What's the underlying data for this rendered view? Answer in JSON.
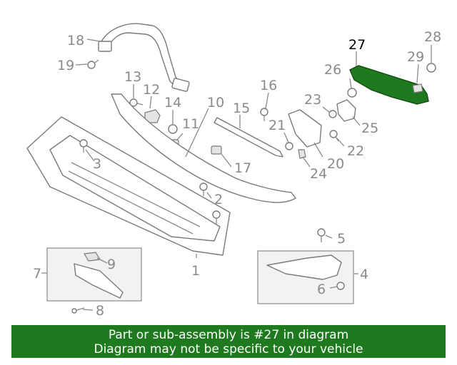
{
  "diagram": {
    "highlight_color": "#1f7a1f",
    "labels": [
      {
        "id": "18",
        "text": "18"
      },
      {
        "id": "19",
        "text": "19"
      },
      {
        "id": "13",
        "text": "13"
      },
      {
        "id": "12",
        "text": "12"
      },
      {
        "id": "14",
        "text": "14"
      },
      {
        "id": "11",
        "text": "11"
      },
      {
        "id": "10",
        "text": "10"
      },
      {
        "id": "15",
        "text": "15"
      },
      {
        "id": "16",
        "text": "16"
      },
      {
        "id": "17",
        "text": "17"
      },
      {
        "id": "3",
        "text": "3"
      },
      {
        "id": "2",
        "text": "2"
      },
      {
        "id": "1",
        "text": "1"
      },
      {
        "id": "9",
        "text": "9"
      },
      {
        "id": "7",
        "text": "7"
      },
      {
        "id": "8",
        "text": "8"
      },
      {
        "id": "27",
        "text": "27"
      },
      {
        "id": "28",
        "text": "28"
      },
      {
        "id": "29",
        "text": "29"
      },
      {
        "id": "26",
        "text": "26"
      },
      {
        "id": "23",
        "text": "23"
      },
      {
        "id": "25",
        "text": "25"
      },
      {
        "id": "21",
        "text": "21"
      },
      {
        "id": "22",
        "text": "22"
      },
      {
        "id": "20",
        "text": "20"
      },
      {
        "id": "24",
        "text": "24"
      },
      {
        "id": "5",
        "text": "5"
      },
      {
        "id": "4",
        "text": "4"
      },
      {
        "id": "6",
        "text": "6"
      }
    ]
  },
  "banner": {
    "line1": "Part or sub-assembly is #27 in diagram",
    "line2": "Diagram may not be specific to your vehicle",
    "color": "#1f7a1f"
  }
}
